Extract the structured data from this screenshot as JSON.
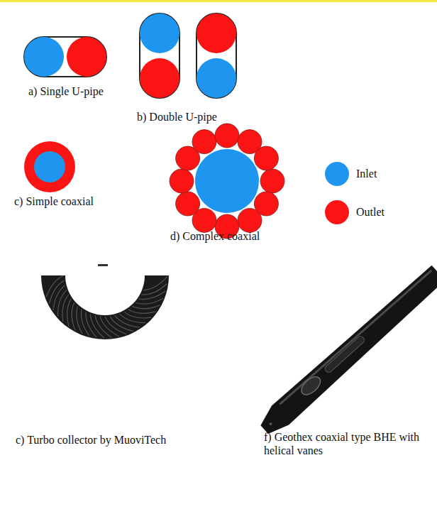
{
  "diagram": {
    "labels": [
      "a) Single U-pipe",
      "b) Double U-pipe",
      "c) Simple coaxial",
      "d) Complex coaxial",
      "c) Turbo collector by MuoviTech",
      "f) Geothex coaxial type BHE with helical vanes"
    ],
    "legend": [
      {
        "text": "Inlet",
        "color": "#1e96f0"
      },
      {
        "text": "Outlet",
        "color": "#fb1414"
      }
    ]
  }
}
